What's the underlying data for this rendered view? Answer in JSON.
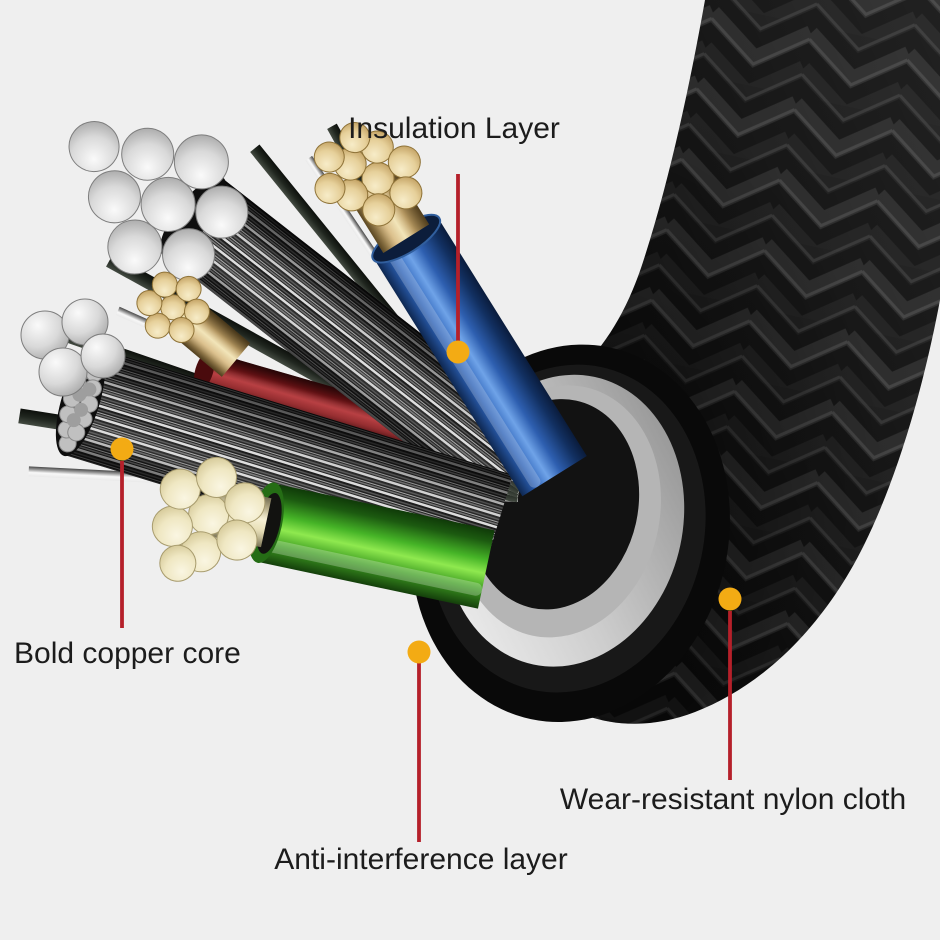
{
  "page": {
    "background": "#efefef"
  },
  "annotations": {
    "line_color": "#b5202a",
    "dot_color": "#f3ab14",
    "text_color": "#1c1c1c",
    "callouts": [
      {
        "id": "insulation-layer",
        "label": "Insulation Layer"
      },
      {
        "id": "bold-copper-core",
        "label": "Bold copper core"
      },
      {
        "id": "anti-interference-layer",
        "label": "Anti-interference layer"
      },
      {
        "id": "wear-resistant-nylon-cloth",
        "label": "Wear-resistant nylon cloth"
      }
    ]
  },
  "cable": {
    "parts": [
      {
        "name": "wear-resistant-nylon-cloth",
        "color": "#111111"
      },
      {
        "name": "insulation-layer-blue",
        "color": "#2c62b8"
      },
      {
        "name": "insulation-layer-green",
        "color": "#46b427"
      },
      {
        "name": "insulation-layer-red",
        "color": "#8e1f22"
      },
      {
        "name": "anti-interference-layer",
        "color": "#1c1c1c"
      },
      {
        "name": "metal-collar",
        "color": "#c9c9c9"
      },
      {
        "name": "copper-core-silver",
        "color": "#d9d9d9"
      },
      {
        "name": "copper-core-gold",
        "color": "#e6d09a"
      }
    ]
  }
}
